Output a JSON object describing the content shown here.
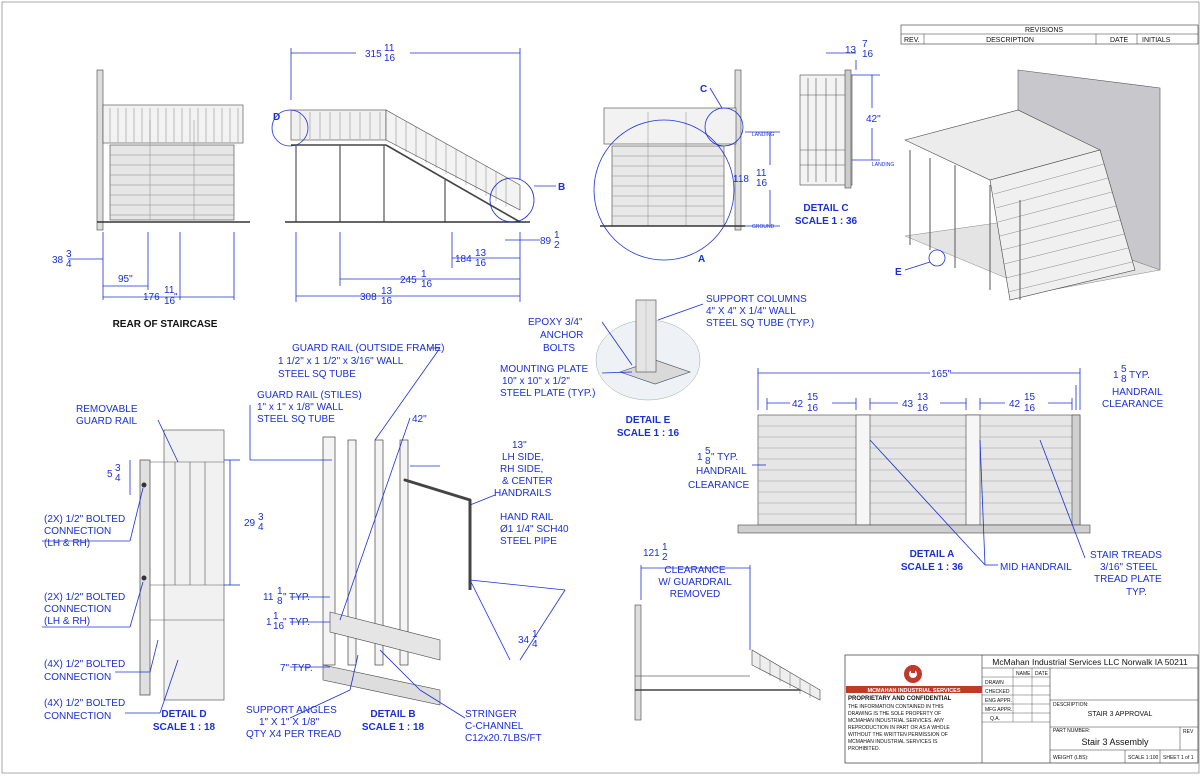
{
  "revisions": {
    "title": "REVISIONS",
    "cols": [
      "REV.",
      "DESCRIPTION",
      "DATE",
      "INITIALS"
    ]
  },
  "views": {
    "rear": {
      "title": "REAR OF STAIRCASE",
      "dims": [
        "38",
        "3",
        "4",
        "95\"",
        "176",
        "11",
        "16",
        "\""
      ]
    },
    "side": {
      "dims": {
        "d315": "315",
        "d315n": "11",
        "d315d": "16",
        "d184": "184",
        "d184n": "13",
        "d184d": "16",
        "d245": "245",
        "d245n": "1",
        "d245d": "16",
        "d308": "308",
        "d308n": "13",
        "d308d": "16",
        "d89": "89",
        "d89n": "1",
        "d89d": "2"
      },
      "callouts": {
        "b": "B",
        "d": "D"
      }
    },
    "front": {
      "callouts": {
        "a": "A",
        "c": "C"
      },
      "landing1": "LANDING",
      "landing2": "LANDING",
      "ground": "GROUND",
      "d118": "118",
      "d118n": "11",
      "d118d": "16"
    },
    "detail_c": {
      "title": "DETAIL C",
      "scale": "SCALE 1 : 36",
      "d13": "13",
      "d13n": "7",
      "d13d": "16",
      "d42": "42\""
    },
    "iso": {
      "callout_e": "E"
    },
    "detail_e": {
      "title": "DETAIL E",
      "scale": "SCALE 1 : 16",
      "epoxy": [
        "EPOXY 3/4\"",
        "ANCHOR",
        "BOLTS"
      ],
      "plate": [
        "MOUNTING PLATE",
        "10\" x 10\" x 1/2\"",
        "STEEL PLATE (TYP.)"
      ],
      "columns": [
        "SUPPORT COLUMNS",
        "4\" X 4\" X 1/4\" WALL",
        "STEEL SQ TUBE (TYP.)"
      ]
    },
    "detail_a": {
      "title": "DETAIL A",
      "scale": "SCALE 1 : 36",
      "d165": "165\"",
      "d42a": "42",
      "d42an": "15",
      "d42ad": "16",
      "d43": "43",
      "d43n": "13",
      "d43d": "16",
      "d42b": "42",
      "d42bn": "15",
      "d42bd": "16",
      "typ_right": [
        "1",
        "5",
        "8",
        "TYP."
      ],
      "hc_right": [
        "HANDRAIL",
        "CLEARANCE"
      ],
      "typ_left": [
        "1",
        "5",
        "8",
        "\" TYP."
      ],
      "hc_left": [
        "HANDRAIL",
        "CLEARANCE"
      ],
      "mid": "MID HANDRAIL",
      "treads": [
        "STAIR TREADS",
        "3/16\" STEEL",
        "TREAD PLATE",
        "TYP."
      ]
    },
    "detail_d": {
      "title": "DETAIL D",
      "scale": "SCALE 1 : 18",
      "removable": [
        "REMOVABLE",
        "GUARD RAIL"
      ],
      "d5": "5",
      "d5n": "3",
      "d5d": "4",
      "d29": "29",
      "d29n": "3",
      "d29d": "4",
      "conn1": [
        "(2X) 1/2\" BOLTED",
        "CONNECTION",
        "(LH & RH)"
      ],
      "conn2": [
        "(2X) 1/2\" BOLTED",
        "CONNECTION",
        "(LH & RH)"
      ],
      "conn3": [
        "(4X) 1/2\" BOLTED",
        "CONNECTION"
      ],
      "conn4": [
        "(4X) 1/2\" BOLTED",
        "CONNECTION"
      ]
    },
    "detail_b": {
      "title": "DETAIL B",
      "scale": "SCALE 1 : 18",
      "guard_outside": [
        "GUARD RAIL (OUTSIDE FRAME)",
        "1 1/2\" x 1 1/2\" x 3/16\" WALL",
        "STEEL SQ TUBE"
      ],
      "guard_stiles": [
        "GUARD RAIL (STILES)",
        "1\" x 1\" x 1/8\" WALL",
        "STEEL SQ TUBE"
      ],
      "d42": "42\"",
      "d13": [
        "13\"",
        "LH SIDE,",
        "RH SIDE,",
        "& CENTER",
        "HANDRAILS"
      ],
      "handrail": [
        "HAND RAIL",
        "Ø1 1/4\" SCH40",
        "STEEL PIPE"
      ],
      "d11": "11",
      "d11n": "1",
      "d11d": "8",
      "d11s": "\" TYP.",
      "d1": "1",
      "d1n": "1",
      "d1d": "16",
      "d1s": "\" TYP.",
      "d7": "7\" TYP.",
      "angles": [
        "SUPPORT ANGLES",
        "1\" X 1\" X 1/8\"",
        "QTY X4 PER TREAD"
      ],
      "stringer": [
        "STRINGER",
        "C-CHANNEL",
        "C12x20.7LBS/FT"
      ],
      "d34": "34",
      "d34n": "1",
      "d34d": "4"
    },
    "clearance": {
      "d121": "121",
      "d121n": "1",
      "d121d": "2",
      "text": [
        "CLEARANCE",
        "W/ GUARDRAIL",
        "REMOVED"
      ]
    }
  },
  "title_block": {
    "company": "McMahan Industrial Services LLC  Norwalk IA 50211",
    "logo_text": "MCMAHAN INDUSTRIAL SERVICES",
    "conf_title": "PROPRIETARY AND CONFIDENTIAL",
    "conf_body": [
      "THE INFORMATION CONTAINED IN THIS",
      "DRAWING IS THE SOLE PROPERTY OF",
      "MCMAHAN INDUSTRIAL SERVICES.  ANY",
      "REPRODUCTION IN PART OR AS A WHOLE",
      "WITHOUT THE WRITTEN PERMISSION OF",
      "MCMAHAN INDUSTRIAL SERVICES IS",
      "PROHIBITED."
    ],
    "col_name": "NAME",
    "col_date": "DATE",
    "rows": [
      "DRAWN",
      "CHECKED",
      "ENG APPR.",
      "MFG APPR.",
      "Q.A."
    ],
    "desc_label": "DESCRIPTION:",
    "description": "STAIR 3 APPROVAL",
    "part_label": "PART NUMBER:",
    "part": "Stair 3 Assembly",
    "rev_label": "REV",
    "weight_label": "WEIGHT (LBS):",
    "scale_label": "SCALE 1:100",
    "sheet_label": "SHEET 1 of 1"
  }
}
